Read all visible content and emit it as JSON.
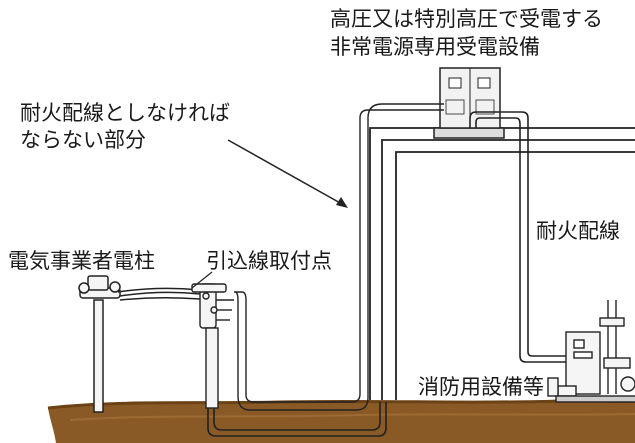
{
  "labels": {
    "equipment_line1": "高圧又は特別高圧で受電する",
    "equipment_line2": "非常電源専用受電設備",
    "fireproof_line1": "耐火配線としなければ",
    "fireproof_line2": "ならない部分",
    "fireproof_wiring": "耐火配線",
    "utility_pole": "電気事業者電柱",
    "service_point": "引込線取付点",
    "fire_equipment": "消防用設備等"
  },
  "colors": {
    "ground": "#8a5a26",
    "ground_top": "#6b4216",
    "ground_shade": "#a8763c",
    "line": "#222222",
    "equipment_fill": "#f2f2f2"
  }
}
